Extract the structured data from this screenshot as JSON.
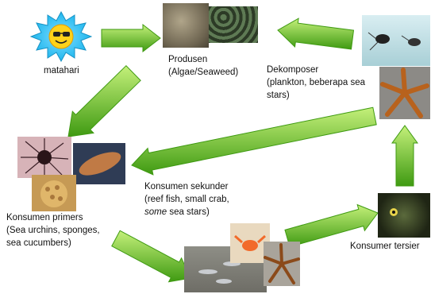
{
  "nodes": {
    "sun": {
      "label": "matahari"
    },
    "producer": {
      "line1": "Produsen",
      "line2": "(Algae/Seaweed)"
    },
    "decomposer": {
      "line1": "Dekomposer",
      "line2": "(plankton, beberapa sea",
      "line3": "stars)"
    },
    "primary": {
      "line1": "Konsumen primers",
      "line2": "(Sea urchins, sponges,",
      "line3": "sea cucumbers)"
    },
    "secondary": {
      "line1": "Konsumen sekunder",
      "line2": "(reef fish, small crab,",
      "line3_italic": "some",
      "line3_rest": " sea stars)"
    },
    "tertiary": {
      "label": "Konsumer tersier"
    }
  },
  "colors": {
    "arrow_light": "#aee65a",
    "arrow_dark": "#3f9a12",
    "sun": "#1fb7ee"
  },
  "edges": [
    {
      "from": "sun",
      "to": "producer"
    },
    {
      "from": "producer",
      "to": "primary"
    },
    {
      "from": "primary",
      "to": "secondary"
    },
    {
      "from": "secondary",
      "to": "tertiary"
    },
    {
      "from": "tertiary",
      "to": "decomposer"
    },
    {
      "from": "decomposer",
      "to": "producer"
    },
    {
      "from": "decomposer",
      "to": "primary"
    }
  ]
}
